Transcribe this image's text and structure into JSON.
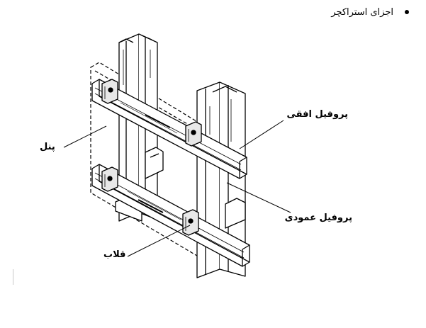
{
  "heading": {
    "bullet": "bullet",
    "text": "اجزای استراکچر"
  },
  "labels": {
    "panel": "پنل",
    "horizontal_profile": "پروفیل افقی",
    "vertical_profile": "پروفیل عمودی",
    "clip": "قلاب"
  }
}
